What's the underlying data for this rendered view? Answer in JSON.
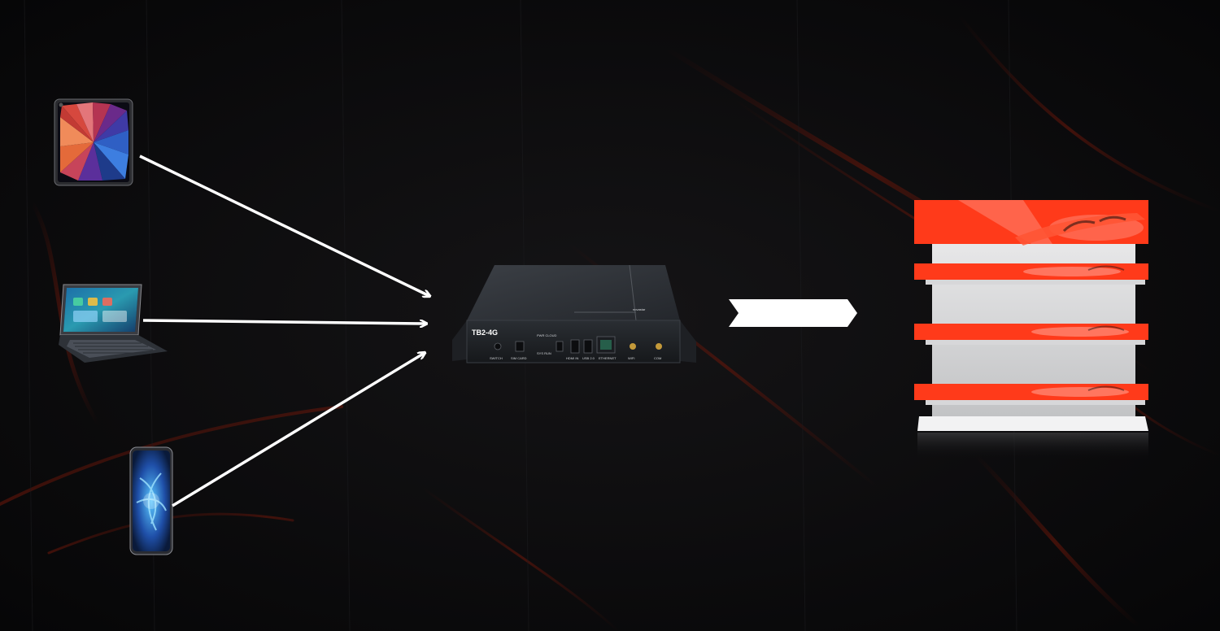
{
  "controller": {
    "model": "TB2-4G",
    "ports": [
      "SWITCH",
      "SIM CARD",
      "PWR CLOUD",
      "SYS RUN",
      "HDMI IN",
      "USB 2.0",
      "ETHERNET",
      "WIFI",
      "COM"
    ],
    "brand": "novastar"
  },
  "colors": {
    "background": "#0a0a0c",
    "accent": "#ff3a1a",
    "arrow": "#ffffff"
  },
  "icons": {
    "source_1": "tablet-icon",
    "source_2": "tablet-keyboard-icon",
    "source_3": "phone-icon",
    "output": "shelf-led-display-icon",
    "flow": "chevron-arrow-icon"
  }
}
